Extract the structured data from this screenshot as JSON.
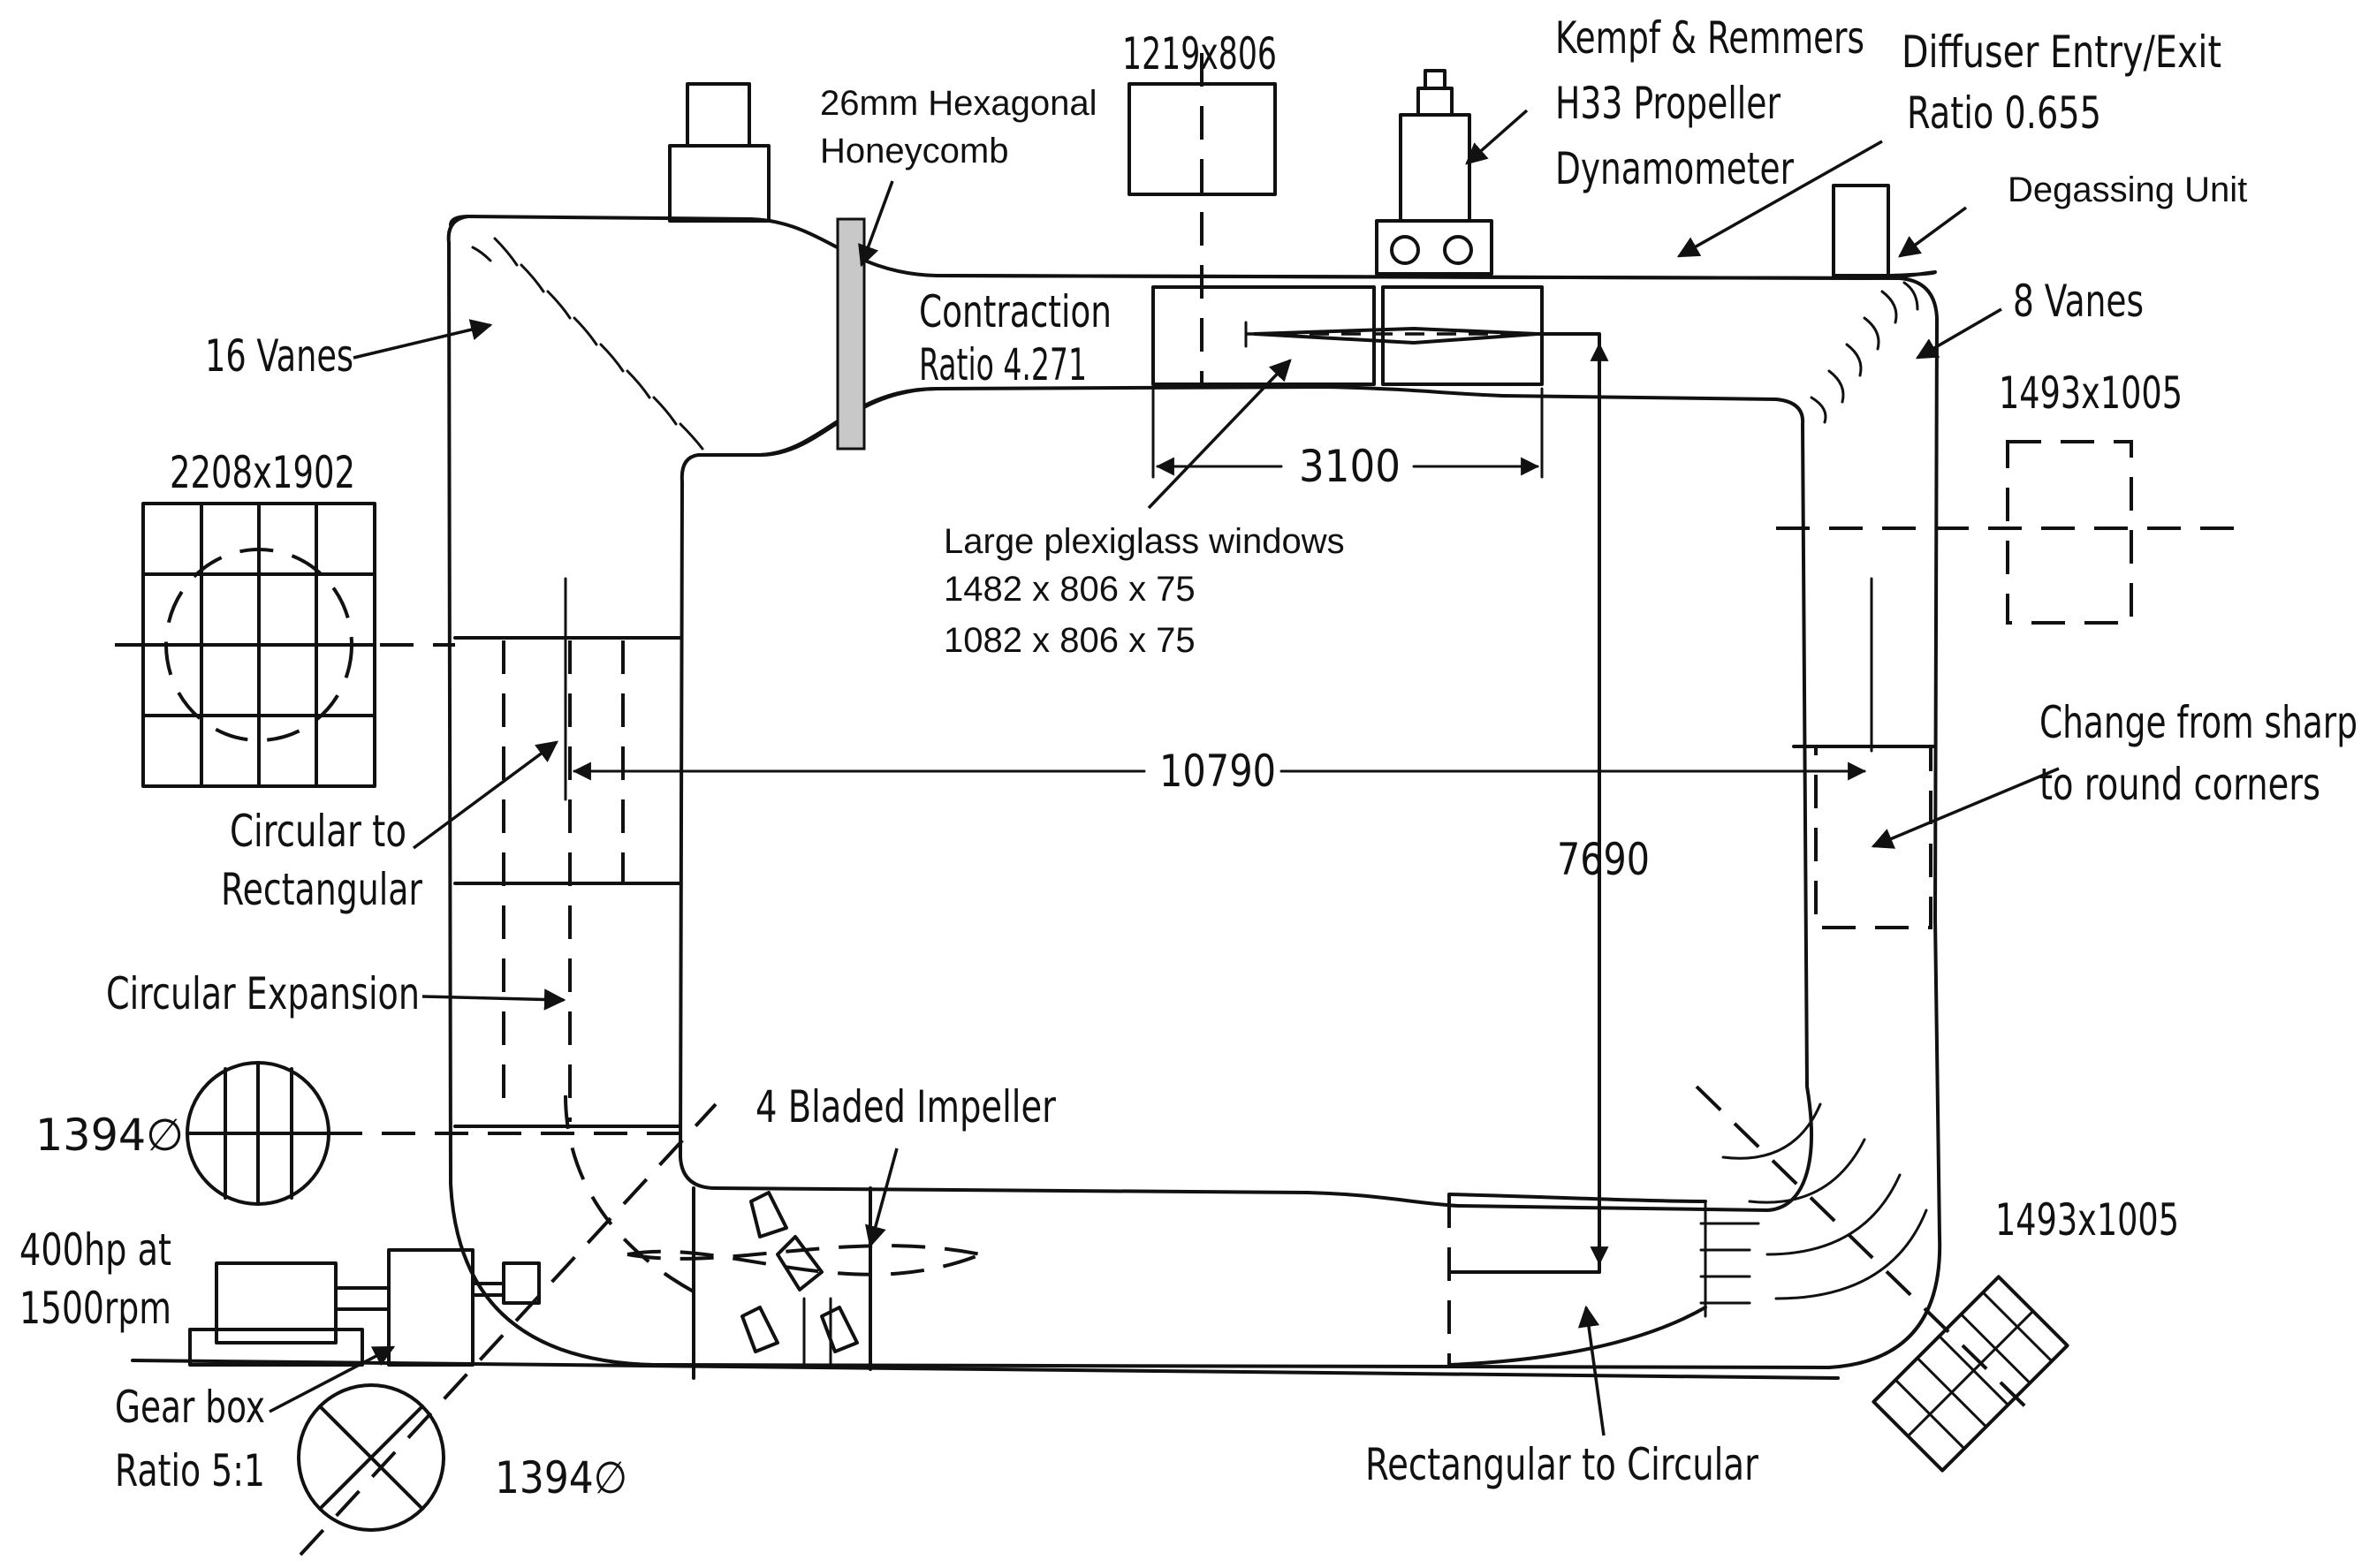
{
  "labels": {
    "honeycomb_1": "26mm Hexagonal",
    "honeycomb_2": "Honeycomb",
    "test_section_dim": "1219x806",
    "dynamometer_1": "Kempf & Remmers",
    "dynamometer_2": "H33 Propeller",
    "dynamometer_3": "Dynamometer",
    "diffuser_1": "Diffuser Entry/Exit",
    "diffuser_2": "Ratio 0.655",
    "degassing": "Degassing Unit",
    "vanes_16": "16 Vanes",
    "vanes_8": "8 Vanes",
    "contraction_1": "Contraction",
    "contraction_2": "Ratio 4.271",
    "settling_dim": "2208x1902",
    "diffuser_dim_top": "1493x1005",
    "windows_length": "3100",
    "windows_1": "Large plexiglass windows",
    "windows_2": "1482 x 806 x 75",
    "windows_3": "1082 x 806 x 75",
    "length": "10790",
    "height": "7690",
    "sharp_round_1": "Change from sharp",
    "sharp_round_2": "to round corners",
    "circ_rect_1": "Circular to",
    "circ_rect_2": "Rectangular",
    "circ_expansion": "Circular Expansion",
    "impeller": "4 Bladed Impeller",
    "pipe_dia_left": "1394∅",
    "pipe_dia_bottom": "1394∅",
    "motor_1": "400hp at",
    "motor_2": "1500rpm",
    "gearbox_1": "Gear box",
    "gearbox_2": "Ratio 5:1",
    "rect_circ": "Rectangular to Circular",
    "corner_dim_bottom": "1493x1005"
  },
  "colors": {
    "ink": "#111111",
    "honeycomb_fill": "#c8c8c8"
  }
}
